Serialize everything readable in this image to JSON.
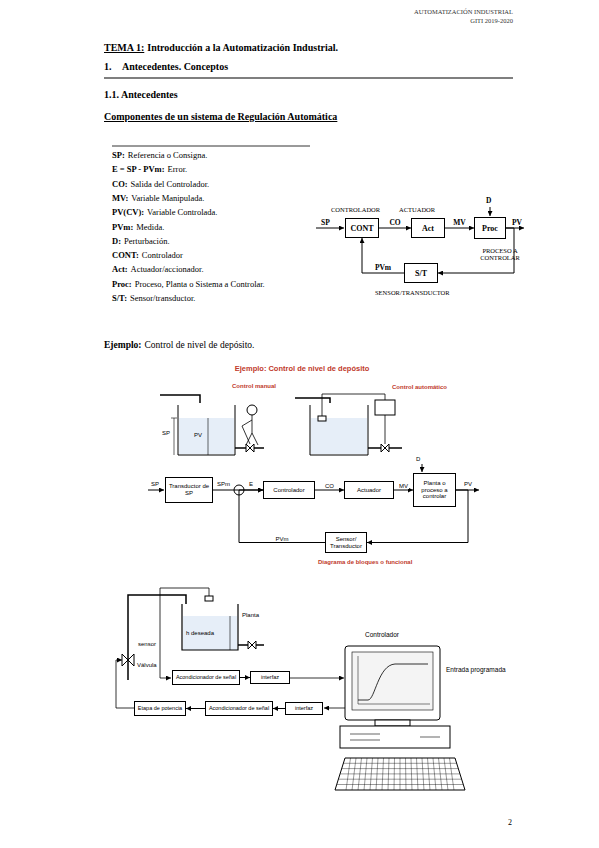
{
  "diagram": {
    "nodes": [
      {
        "text": [
          "CONT"
        ]
      },
      {
        "text": [
          "Act"
        ]
      },
      {
        "text": [
          "Proc"
        ]
      },
      {
        "text": [
          "S/T"
        ]
      },
      {
        "text": [
          "Transductor de SP"
        ]
      },
      {
        "text": [
          "Controlador"
        ]
      },
      {
        "text": [
          "Actuador"
        ]
      },
      {
        "text": [
          "Planta o proceso a controlar"
        ]
      },
      {
        "text": [
          "Sensor/ Transductor"
        ]
      },
      {
        "text": [
          "Acondicionador de señal"
        ]
      },
      {
        "text": [
          "interfaz"
        ]
      },
      {
        "text": [
          "Acondicionador de señal"
        ]
      },
      {
        "text": [
          "interfaz"
        ]
      },
      {
        "text": [
          "Etapa de potencia"
        ]
      }
    ],
    "edges": [
      {
        "from": 0,
        "to": 1,
        "arrow": "to",
        "label": "CO"
      },
      {
        "from": 1,
        "to": 2,
        "arrow": "to",
        "label": "MV"
      },
      {
        "from": 2,
        "to": 3,
        "arrow": "to"
      },
      {
        "from": 3,
        "to": 0,
        "arrow": "to",
        "label": "PVm"
      },
      {
        "from": 4,
        "to": 5,
        "arrow": "to"
      },
      {
        "from": 5,
        "to": 6,
        "arrow": "to",
        "label": "CO"
      },
      {
        "from": 6,
        "to": 7,
        "arrow": "to",
        "label": "MV"
      },
      {
        "from": 7,
        "to": 8,
        "arrow": "to"
      },
      {
        "from": 8,
        "to": 5,
        "arrow": "to",
        "label": "PVm"
      },
      {
        "from": 9,
        "to": 10,
        "arrow": "to"
      },
      {
        "from": 12,
        "to": 11,
        "arrow": "to"
      },
      {
        "from": 11,
        "to": 13,
        "arrow": "to"
      }
    ],
    "labels": [
      "AUTOMATIZACIÓN INDUSTRIAL",
      "GITI 2019-2020",
      "TEMA 1:",
      "Introducción a la Automatización Industrial.",
      "1.",
      "Antecedentes. Conceptos",
      "1.1. Antecedentes",
      "Componentes de un sistema de Regulación Automática",
      "SP:",
      "Referencia o Consigna.",
      "E = SP - PVm:",
      "Error.",
      "CO:",
      "Salida del Controlador.",
      "MV:",
      "Variable Manipulada.",
      "PV(CV):",
      "Variable Controlada.",
      "PVm:",
      "Medida.",
      "D:",
      "Perturbación.",
      "CONT:",
      "Controlador",
      "Act:",
      "Actuador/accionador.",
      "Proc:",
      "Proceso, Planta o Sistema a Controlar.",
      "S/T:",
      "Sensor/transductor.",
      "CONTROLADOR",
      "ACTUADOR",
      "SP",
      "D",
      "PV",
      "PROCESO A CONTROLAR",
      "SENSOR/TRANSDUCTOR",
      "Ejemplo:",
      "Control de nivel de depósito.",
      "Ejemplo: Control de nivel de depósito",
      "Control manual",
      "Control automático",
      "SP",
      "PV",
      "SP",
      "SPm",
      "E",
      "D",
      "PV",
      "Diagrama de bloques o funcional",
      "Planta",
      "h deseada",
      "sensor",
      "Válvula",
      "Controlador",
      "Entrada programada",
      "2"
    ]
  }
}
